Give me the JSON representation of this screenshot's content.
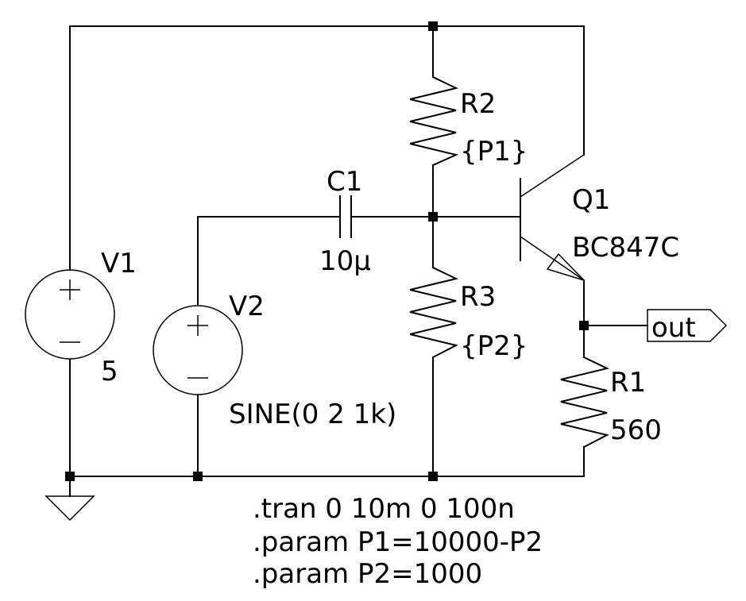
{
  "components": {
    "V1": {
      "name": "V1",
      "value": "5"
    },
    "V2": {
      "name": "V2",
      "value": "SINE(0 2 1k)"
    },
    "C1": {
      "name": "C1",
      "value": "10µ"
    },
    "R1": {
      "name": "R1",
      "value": "560"
    },
    "R2": {
      "name": "R2",
      "value": "{P1}"
    },
    "R3": {
      "name": "R3",
      "value": "{P2}"
    },
    "Q1": {
      "name": "Q1",
      "value": "BC847C"
    }
  },
  "net_labels": {
    "out": "out"
  },
  "directives": [
    ".tran 0 10m 0 100n",
    ".param P1=10000-P2",
    ".param P2=1000"
  ]
}
